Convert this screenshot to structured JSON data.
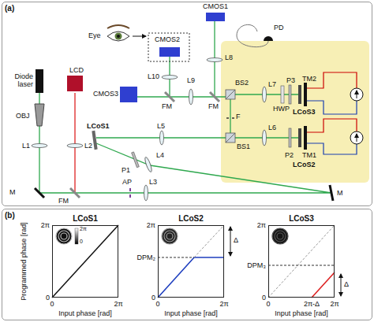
{
  "diagram": {
    "nodes": [
      {
        "text": [
          "(a)"
        ]
      },
      {
        "text": [
          "(b)"
        ]
      },
      {
        "text": [
          "LCoS1"
        ],
        "in": 1
      },
      {
        "text": [
          "LCoS2"
        ],
        "in": 1
      },
      {
        "text": [
          "LCoS3"
        ],
        "in": 1
      }
    ],
    "labels": [
      "CMOS1",
      "PD",
      "Eye",
      "CMOS2",
      "Diode laser",
      "LCD",
      "CMOS3",
      "L10",
      "L9",
      "L8",
      "FM",
      "FM",
      "BS2",
      "L7",
      "HWP",
      "P3",
      "TM2",
      "LCoS3",
      "OBJ",
      "L1",
      "L2",
      "LCoS1",
      "L5",
      "BS1",
      "F",
      "L6",
      "P2",
      "TM1",
      "LCoS2",
      "L4",
      "P1",
      "M",
      "FM",
      "AP",
      "L3",
      "M",
      "Programmed phase [rad]",
      "2π",
      "0",
      "0",
      "2π",
      "Input phase [rad]",
      "2π",
      "0",
      "2π",
      "DPM₂",
      "0",
      "0",
      "2π",
      "Input phase [rad]",
      "Δ",
      "2π",
      "DPM₃",
      "0",
      "0",
      "2π-Δ",
      "2π",
      "Input phase [rad]",
      "Δ"
    ]
  }
}
